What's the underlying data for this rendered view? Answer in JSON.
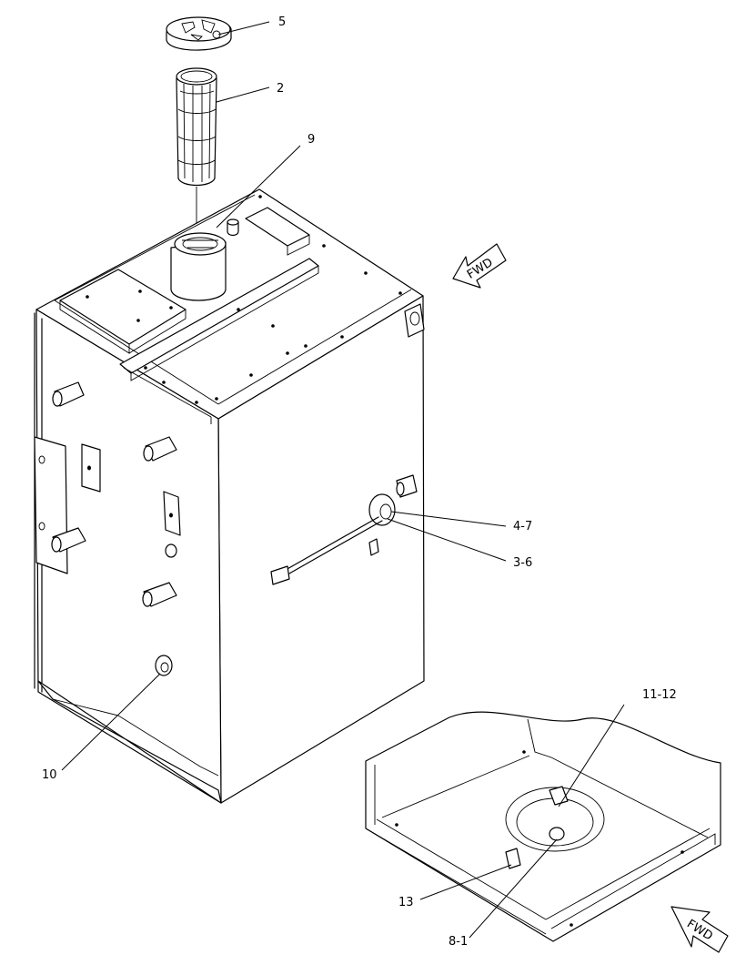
{
  "callouts": {
    "c5": "5",
    "c2": "2",
    "c9": "9",
    "c4_7": "4-7",
    "c3_6": "3-6",
    "c10": "10",
    "c11_12": "11-12",
    "c13": "13",
    "c8_1": "8-1"
  },
  "direction_arrows": {
    "top": "FWD",
    "bottom": "FWD"
  }
}
